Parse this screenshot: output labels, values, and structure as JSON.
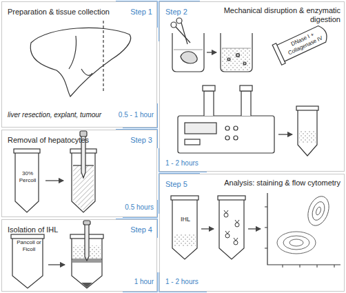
{
  "diagram": {
    "nodes": [
      {
        "text": [
          "Preparation & tissue collection",
          "Step 1",
          "liver resection, explant, tumour",
          "0.5 - 1 hour"
        ]
      },
      {
        "text": [
          "Mechanical disruption & enzymatic digestion",
          "Step 2",
          "DNase I + Collagenase IV",
          "1 - 2 hours"
        ]
      },
      {
        "text": [
          "Removal of hepatocytes",
          "Step 3",
          "30% Percoll",
          "0.5 hours"
        ]
      },
      {
        "text": [
          "Isolation of IHL",
          "Step 4",
          "Pancoll or Ficoll",
          "1 hour"
        ]
      },
      {
        "text": [
          "Analysis: staining & flow cytometry",
          "Step 5",
          "IHL",
          "1 - 2 hours"
        ]
      }
    ]
  }
}
